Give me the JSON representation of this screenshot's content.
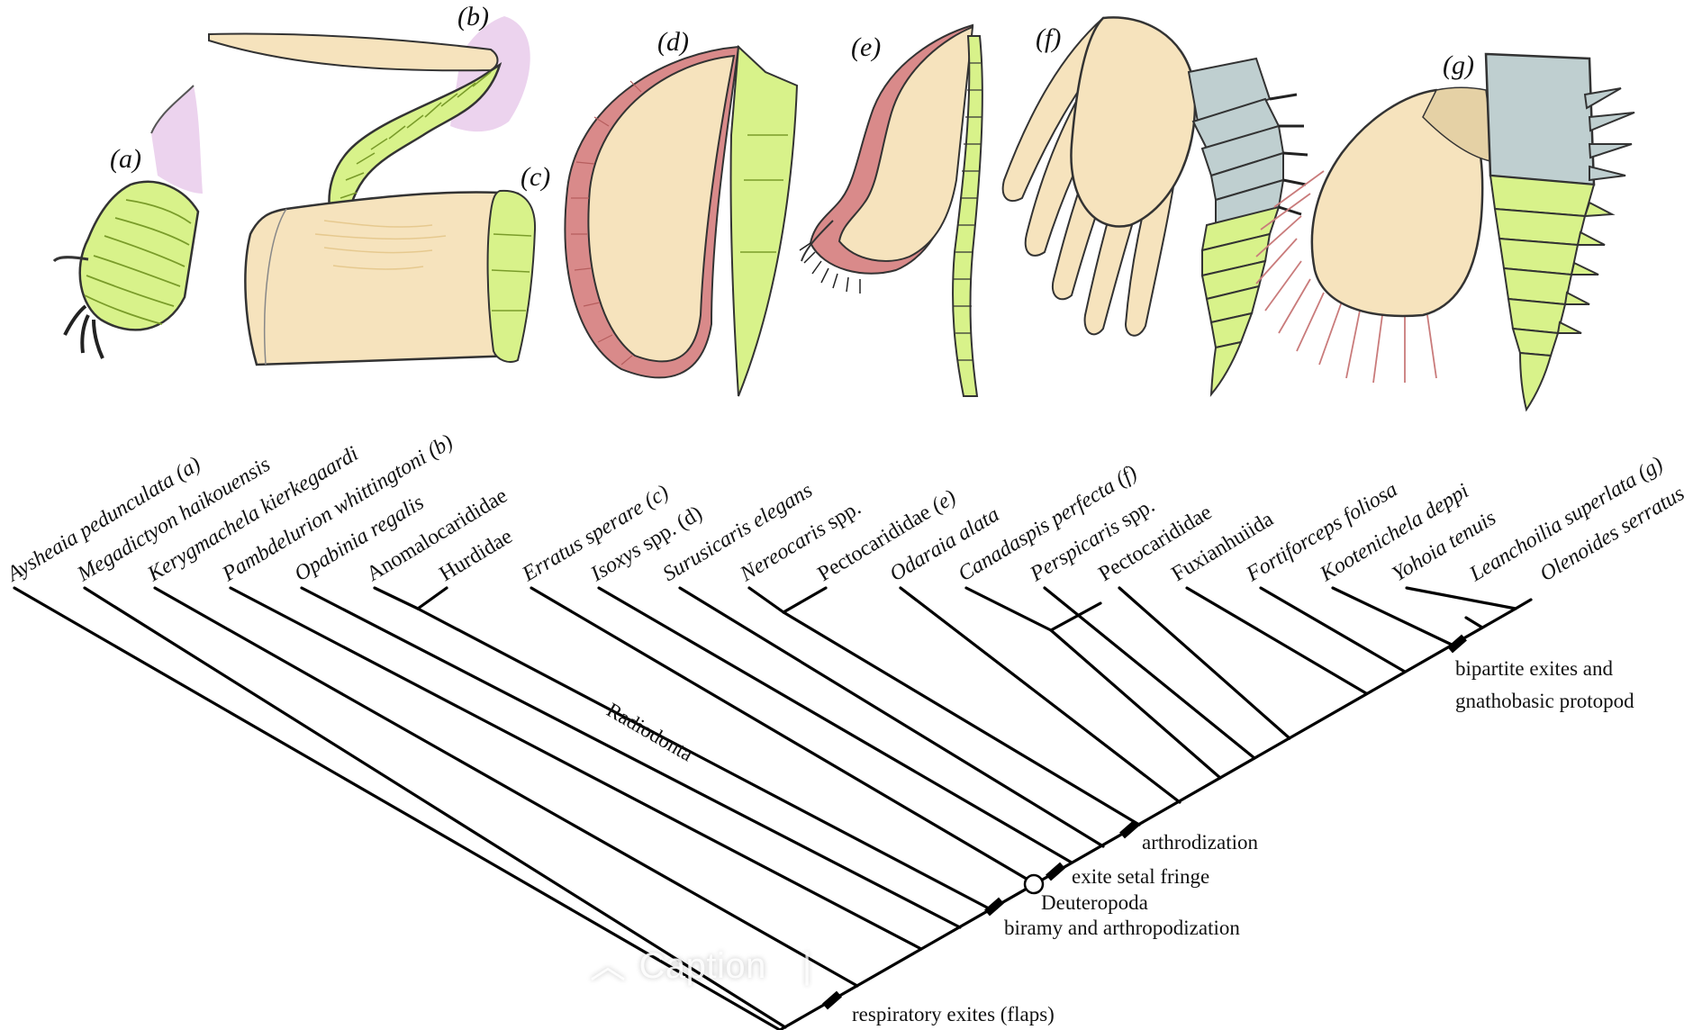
{
  "panels": [
    {
      "id": "a",
      "label": "(a)"
    },
    {
      "id": "b",
      "label": "(b)"
    },
    {
      "id": "c",
      "label": "(c)"
    },
    {
      "id": "d",
      "label": "(d)"
    },
    {
      "id": "e",
      "label": "(e)"
    },
    {
      "id": "f",
      "label": "(f)"
    },
    {
      "id": "g",
      "label": "(g)"
    }
  ],
  "taxa": [
    {
      "name": "Aysheaia pedunculata",
      "tag": " (a)",
      "italic": true
    },
    {
      "name": "Megadictyon haikouensis",
      "tag": "",
      "italic": true
    },
    {
      "name": "Kerygmachela kierkegaardi",
      "tag": "",
      "italic": true
    },
    {
      "name": "Pambdelurion whittingtoni",
      "tag": " (b)",
      "italic": true
    },
    {
      "name": "Opabinia regalis",
      "tag": "",
      "italic": true
    },
    {
      "name": "Anomalocarididae",
      "tag": "",
      "italic": false
    },
    {
      "name": "Hurdidae",
      "tag": "",
      "italic": false
    },
    {
      "name": "Erratus sperare",
      "tag": " (c)",
      "italic": true
    },
    {
      "name": "Isoxys",
      "tag": " spp. (d)",
      "italic": true
    },
    {
      "name": "Surusicaris elegans",
      "tag": "",
      "italic": true
    },
    {
      "name": "Nereocaris",
      "tag": " spp.",
      "italic": true
    },
    {
      "name": "Pectocarididae",
      "tag": " (e)",
      "italic": false
    },
    {
      "name": "Odaraia alata",
      "tag": "",
      "italic": true
    },
    {
      "name": "Canadaspis perfecta",
      "tag": " (f)",
      "italic": true
    },
    {
      "name": "Perspicaris",
      "tag": " spp.",
      "italic": true
    },
    {
      "name": "Pectocarididae",
      "tag": "",
      "italic": false
    },
    {
      "name": "Fuxianhuiida",
      "tag": "",
      "italic": false
    },
    {
      "name": "Fortiforceps foliosa",
      "tag": "",
      "italic": true
    },
    {
      "name": "Kootenichela deppi",
      "tag": "",
      "italic": true
    },
    {
      "name": "Yohoia tenuis",
      "tag": "",
      "italic": true
    },
    {
      "name": "Leanchoilia superlata",
      "tag": " (g)",
      "italic": true
    },
    {
      "name": "Olenoides serratus",
      "tag": "",
      "italic": true
    }
  ],
  "clades": {
    "radiodonta": "Radiodonta",
    "deuteropoda": "Deuteropoda"
  },
  "characters": {
    "respiratory": "respiratory exites (flaps)",
    "biramy": "biramy and arthropodization",
    "exite_fringe": "exite setal fringe",
    "arthrodization": "arthrodization",
    "bipartite_1": "bipartite exites and",
    "bipartite_2": "gnathobasic protopod"
  },
  "colors": {
    "endopod_green": "#d8f28a",
    "exite_tan": "#f6e3bd",
    "setal_fringe_red": "#d98a8a",
    "protopod_grey": "#bfcfd0",
    "membrane_pink": "#ecd3ee"
  },
  "overlay": {
    "caption_button": "Caption",
    "separator": "|"
  }
}
